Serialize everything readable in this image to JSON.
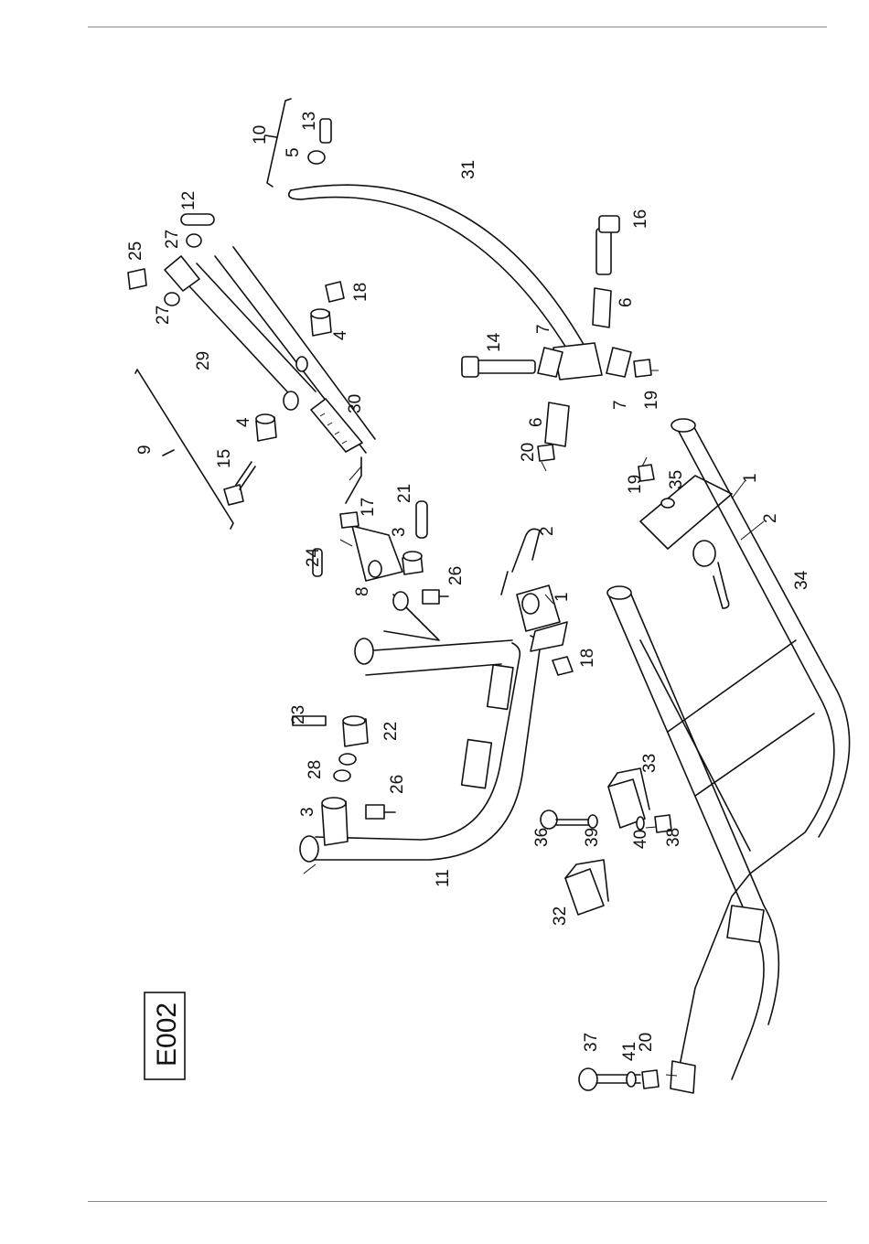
{
  "diagram_code": "E002",
  "callouts": [
    "1",
    "2",
    "3",
    "4",
    "5",
    "6",
    "7",
    "8",
    "9",
    "10",
    "11",
    "12",
    "13",
    "14",
    "15",
    "16",
    "17",
    "18",
    "19",
    "20",
    "21",
    "22",
    "23",
    "24",
    "25",
    "26",
    "27",
    "28",
    "29",
    "30",
    "31",
    "32",
    "33",
    "34",
    "35",
    "36",
    "37",
    "38",
    "39",
    "40",
    "41"
  ]
}
